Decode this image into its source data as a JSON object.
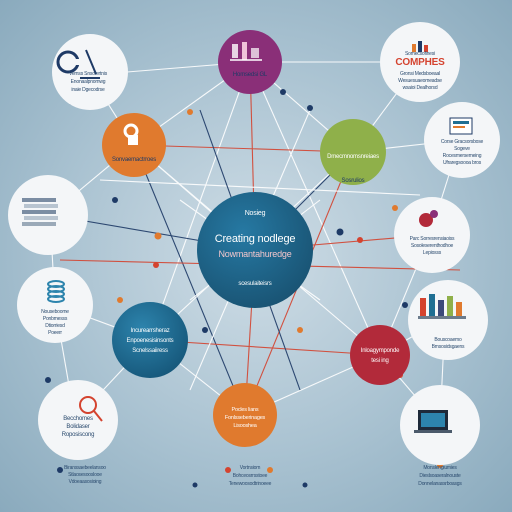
{
  "palette": {
    "background": "#9fbccc",
    "blue": "#1f6f93",
    "orange": "#e07a2e",
    "purple": "#8a2f78",
    "green": "#8fb04a",
    "crimson": "#b22a3a",
    "navy": "#1e3a66",
    "red": "#d4432f",
    "line": "#ffffff"
  },
  "center": {
    "top": "Nosieg",
    "title": "Creating nodlege",
    "subtitle": "Nowmantahuredge",
    "bottom": "scesulaiteisrs"
  },
  "nodes": {
    "purple_top": "Homsedsi GL",
    "orange_left": "Sonvaemactrroes",
    "green_right": "Dmecmnomsnreiaes",
    "green_right_sub": "Sosrulios",
    "blue_left": [
      "Incurearrsheraz",
      "Enpoenesisinsonts",
      "Scnelssaiiress"
    ],
    "crimson_right": [
      "Inloagymponde",
      "tesi ing"
    ],
    "orange_bottom": [
      "Pocles lians",
      "Fonlsseberinages",
      "Lisooshea"
    ]
  },
  "cards": {
    "top_left": [
      "Vemss Snsotertnis",
      "Enonaalpnomwg",
      "inaie Dgecodrse"
    ],
    "top_right_title": "COMPHES",
    "top_right_head": "Somecsofinesi",
    "top_right_lines": [
      "Gronsi Medsboeaal",
      "Wesuesuaeomeadse",
      "wsaioi Dealhorsd"
    ],
    "right_mid": [
      "Corse Gracsorsbose",
      "Sogeve",
      "Rocesmersemeing",
      "Ufraregsoooa bros"
    ],
    "right_upper_mid": [
      "Parc Sorresrensiaoiss",
      "Sosoleserenthodhoe",
      "Lepiosss"
    ],
    "left_mid": [
      "Nouseboome",
      "Ponbmesss",
      "Dtiorriesd",
      "Poeerr"
    ],
    "right_lower": [
      "Bouscoaemo",
      "Bmsosidsgaens"
    ],
    "bottom_left": [
      "Becchomes",
      "Bolidaser",
      "Roposiscong"
    ],
    "bottom_left_foot": [
      "Biranssaebeelansoo",
      "Stlaosesooslooe",
      "Vdoeaasosioing"
    ],
    "bottom_center_foot": [
      "Vortnsiom",
      "Bohceosrrsstoee",
      "Tenewoosodtrinoeee"
    ],
    "bottom_right_foot": [
      "Monslengiumies",
      "Dieslsoaseralnouste",
      "Donnelanassrboasgs"
    ]
  }
}
